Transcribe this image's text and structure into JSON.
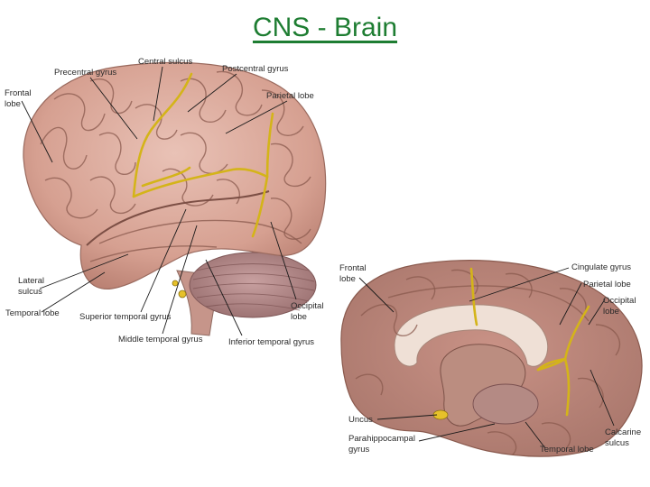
{
  "title": "CNS - Brain",
  "lateral_view": {
    "labels": {
      "frontal_lobe": [
        "Frontal",
        "lobe"
      ],
      "precentral_gyrus": "Precentral gyrus",
      "central_sulcus": "Central sulcus",
      "postcentral_gyrus": "Postcentral gyrus",
      "parietal_lobe": "Parietal lobe",
      "lateral_sulcus": [
        "Lateral",
        "sulcus"
      ],
      "temporal_lobe": "Temporal lobe",
      "superior_temporal_gyrus": "Superior temporal gyrus",
      "middle_temporal_gyrus": "Middle temporal gyrus",
      "inferior_temporal_gyrus": "Inferior temporal gyrus",
      "occipital_lobe": [
        "Occipital",
        "lobe"
      ]
    }
  },
  "medial_view": {
    "labels": {
      "frontal_lobe": [
        "Frontal",
        "lobe"
      ],
      "cingulate_gyrus": "Cingulate gyrus",
      "parietal_lobe": "Parietal lobe",
      "occipital_lobe": [
        "Occipital",
        "lobe"
      ],
      "uncus": "Uncus",
      "parahippocampal_gyrus": [
        "Parahippocampal",
        "gyrus"
      ],
      "temporal_lobe": "Temporal lobe",
      "calcarine_sulcus": [
        "Calcarine",
        "sulcus"
      ]
    }
  },
  "colors": {
    "title": "#1e7d32",
    "brain_tissue": "#d9a79a",
    "sulcus_outline": "#d4b419"
  }
}
